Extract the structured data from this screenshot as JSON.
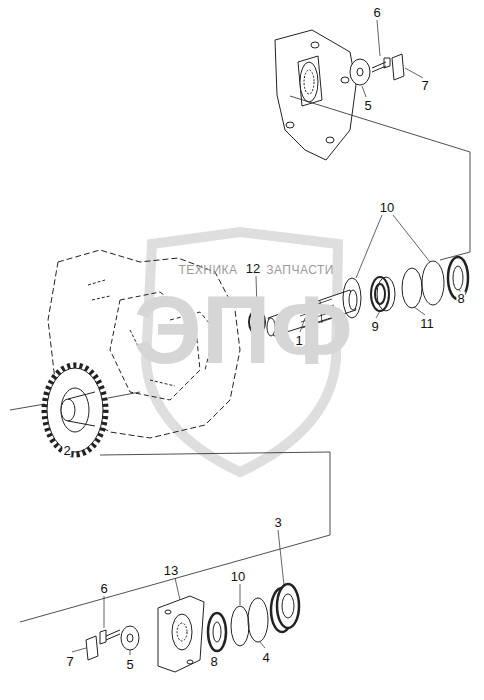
{
  "diagram": {
    "labels": [
      "6",
      "7",
      "5",
      "10",
      "ТЕХНИКА",
      "ЗАПЧАСТИ",
      "ЭПФ",
      "12",
      "1",
      "9",
      "11",
      "8",
      "2",
      "3",
      "13",
      "10",
      "4",
      "8",
      "6",
      "7",
      "5"
    ]
  }
}
